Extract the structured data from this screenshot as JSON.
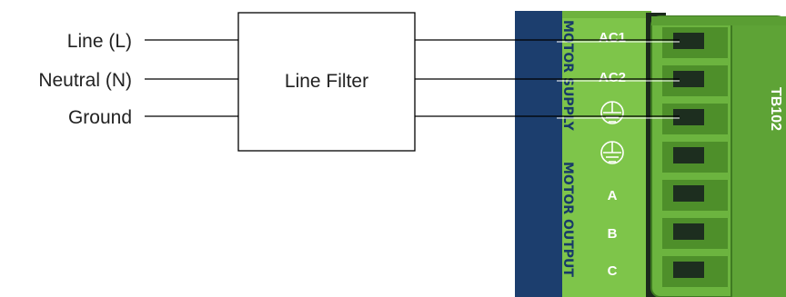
{
  "inputs": [
    {
      "label": "Line (L)"
    },
    {
      "label": "Neutral (N)"
    },
    {
      "label": "Ground"
    }
  ],
  "filter": {
    "label": "Line Filter"
  },
  "terminal_labels": {
    "ac1": "AC1",
    "ac2": "AC2",
    "a": "A",
    "b": "B",
    "c": "C"
  },
  "side_labels": {
    "motor_supply": "MOTOR SUPPLY",
    "motor_output": "MOTOR OUTPUT"
  },
  "block_id": "TB102",
  "colors": {
    "board_blue": "#1c3e6e",
    "green_label_strip": "#7ec54a",
    "connector_green": "#6cb43f",
    "connector_dark_green": "#4e8f2a",
    "socket": "#1d2e1f",
    "wire": "#000000"
  }
}
